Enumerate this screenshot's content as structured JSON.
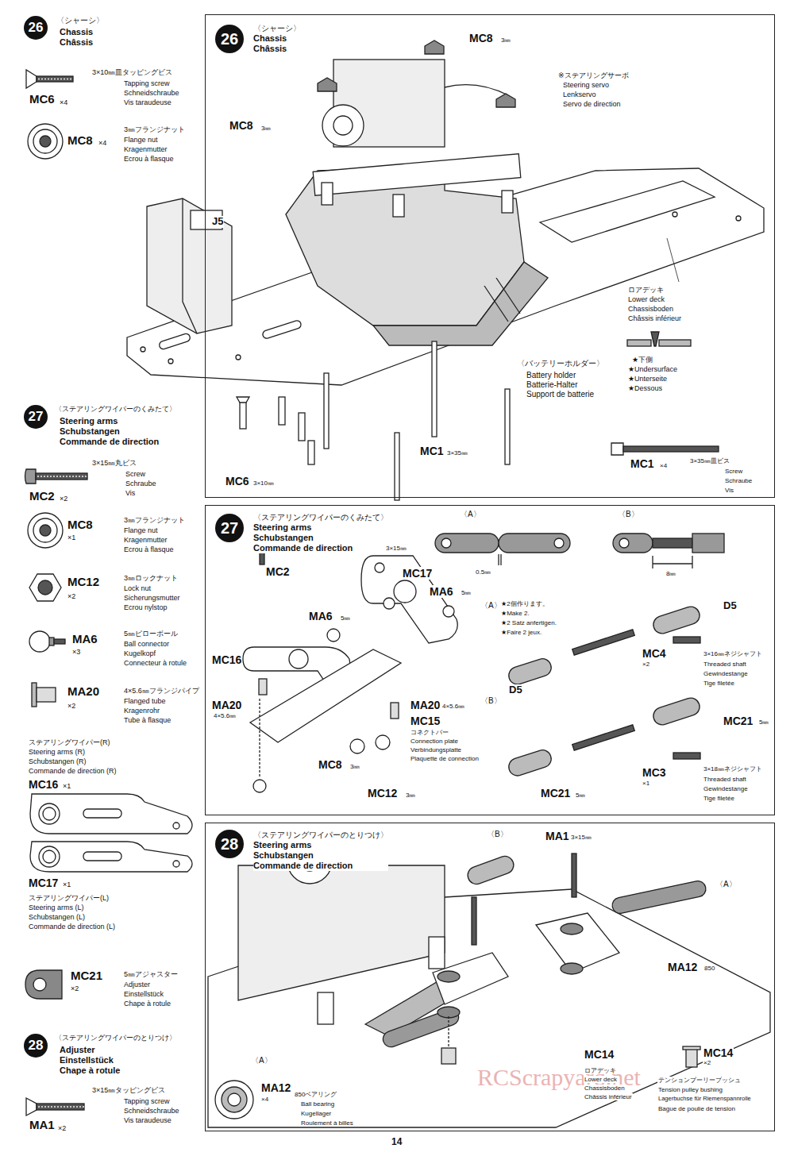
{
  "diagram": {
    "nodes": [
      {
        "text": [
          "〈シャーシ〉",
          "Chassis",
          "Châssis"
        ]
      },
      {
        "text": [
          "26"
        ],
        "in": 0
      },
      {
        "text": [
          "〈ステアリングワイパーのくみたて〉",
          "Steering arms",
          "Schubstangen",
          "Commande de direction"
        ]
      },
      {
        "text": [
          "27"
        ],
        "in": 2
      },
      {
        "text": [
          "〈ステアリングワイパーのとりつけ〉",
          "Steering arms",
          "Schubstangen",
          "Commande de direction"
        ]
      },
      {
        "text": [
          "28"
        ],
        "in": 4
      },
      {
        "text": [
          "26"
        ]
      },
      {
        "text": [
          "27"
        ]
      },
      {
        "text": [
          "28"
        ]
      }
    ],
    "labels": [
      "〈シャーシ〉",
      "Chassis",
      "Châssis",
      "3×10㎜皿タッピングビス",
      "Tapping screw",
      "Schneidschraube",
      "Vis taraudeuse",
      "MC6",
      "×4",
      "3㎜フランジナット",
      "Flange nut",
      "Kragenmutter",
      "Ecrou à flasque",
      "MC8",
      "×4",
      "〈ステアリングワイパーのくみたて〉",
      "Steering arms",
      "Schubstangen",
      "Commande de direction",
      "3×15㎜丸ビス",
      "Screw",
      "Schraube",
      "Vis",
      "MC2",
      "×2",
      "3㎜フランジナット",
      "Flange nut",
      "Kragenmutter",
      "Ecrou à flasque",
      "MC8",
      "×1",
      "3㎜ロックナット",
      "Lock nut",
      "Sicherungsmutter",
      "Ecrou nylstop",
      "MC12",
      "×2",
      "5㎜ピローボール",
      "Ball connector",
      "Kugelkopf",
      "Connecteur à rotule",
      "MA6",
      "×3",
      "4×5.6㎜フランジパイプ",
      "Flanged tube",
      "Kragenrohr",
      "Tube à flasque",
      "MA20",
      "×2",
      "ステアリングワイパー(R)",
      "Steering arms (R)",
      "Schubstangen (R)",
      "Commande de direction (R)",
      "MC16",
      "×1",
      "MC17",
      "×1",
      "ステアリングワイパー(L)",
      "Steering arms (L)",
      "Schubstangen (L)",
      "Commande de direction (L)",
      "MC21",
      "×2",
      "5㎜アジャスター",
      "Adjuster",
      "Einstellstück",
      "Chape à rotule",
      "〈ステアリングワイパーのとりつけ〉",
      "Adjuster",
      "Einstellstück",
      "Chape à rotule",
      "3×15㎜タッピングビス",
      "Tapping screw",
      "Schneidschraube",
      "Vis taraudeuse",
      "MA1",
      "×2",
      "MC8",
      "3㎜",
      "MC8",
      "3㎜",
      "※ステアリングサーボ",
      "Steering servo",
      "Lenkservo",
      "Servo de direction",
      "J5",
      "ロアデッキ",
      "Lower deck",
      "Chassisboden",
      "Châssis inférieur",
      "★下側",
      "★Undersurface",
      "★Unterseite",
      "★Dessous",
      "〈バッテリーホルダー〉",
      "Battery holder",
      "Batterie-Halter",
      "Support de batterie",
      "MC1",
      "3×35㎜",
      "MC6",
      "3×10㎜",
      "MC1",
      "×4",
      "3×35㎜皿ビス",
      "Screw",
      "Schraube",
      "Vis",
      "MC2",
      "3×15㎜",
      "MC17",
      "MA6",
      "5㎜",
      "MA6",
      "5㎜",
      "MC16",
      "MA20",
      "4×5.6㎜",
      "MA20",
      "4×5.6㎜",
      "MC15",
      "コネクトバー",
      "Connection plate",
      "Verbindungsplatte",
      "Plaquette de connection",
      "MC8",
      "3㎜",
      "MC12",
      "3㎜",
      "〈A〉",
      "〈B〉",
      "0.5㎜",
      "8㎜",
      "〈A〉",
      "★2個作ります。",
      "★Make 2.",
      "★2 Satz anfertigen.",
      "★Faire 2 jeux.",
      "D5",
      "MC4",
      "×2",
      "3×16㎜ネジシャフト",
      "Threaded shaft",
      "Gewindestange",
      "Tige filetée",
      "D5",
      "〈B〉",
      "MC21",
      "5㎜",
      "MC3",
      "×1",
      "3×18㎜ネジシャフト",
      "Threaded shaft",
      "Gewindestange",
      "Tige filetée",
      "MC21",
      "5㎜",
      "〈B〉",
      "MA1",
      "3×15㎜",
      "〈A〉",
      "MA12",
      "850",
      "〈A〉",
      "MC14",
      "ロアデッキ",
      "Lower deck",
      "Chassisboden",
      "Châssis inférieur",
      "MC14",
      "×2",
      "テンションプーリーブッシュ",
      "Tension pulley bushing",
      "Lagerbuchse für Riemenspannrolle",
      "Bague de poulie de tension",
      "MA12",
      "×4",
      "850ベアリング",
      "Ball bearing",
      "Kugellager",
      "Roulement à billes",
      "14",
      "RCScrapyard.net"
    ]
  }
}
